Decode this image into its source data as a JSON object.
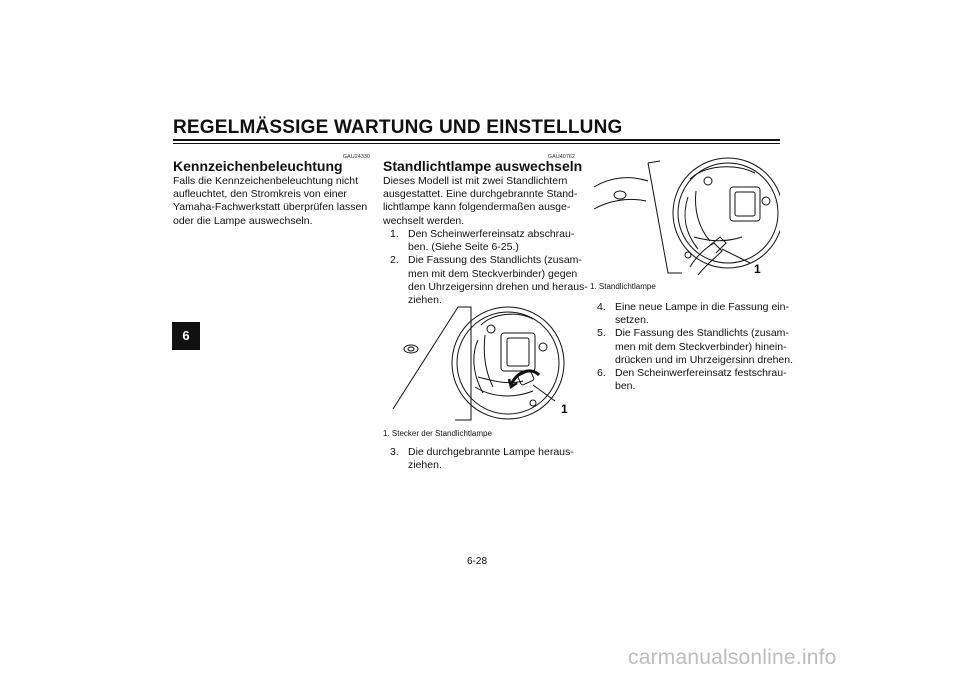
{
  "header": {
    "title": "REGELMÄSSIGE WARTUNG UND EINSTELLUNG"
  },
  "chapter_tab": "6",
  "left_column": {
    "code": "GAU24330",
    "heading": "Kennzeichenbeleuchtung",
    "body": [
      "Falls die Kennzeichenbeleuchtung nicht",
      "aufleuchtet, den Stromkreis von einer",
      "Yamaha-Fachwerkstatt überprüfen lassen",
      "oder die Lampe auswechseln."
    ]
  },
  "middle_column": {
    "code": "GAU40762",
    "heading": "Standlichtlampe auswechseln",
    "intro": [
      "Dieses Modell ist mit zwei Standlichtern",
      "ausgestattet. Eine durchgebrannte Stand-",
      "lichtlampe kann folgendermaßen ausge-",
      "wechselt werden."
    ],
    "steps": [
      {
        "num": "1.",
        "lines": [
          "Den Scheinwerfereinsatz abschrau-",
          "ben. (Siehe Seite 6-25.)"
        ]
      },
      {
        "num": "2.",
        "lines": [
          "Die Fassung des Standlichts (zusam-",
          "men mit dem Steckverbinder) gegen",
          "den Uhrzeigersinn drehen und heraus-",
          "ziehen."
        ]
      }
    ],
    "figure": {
      "callout": "1",
      "caption": "1.  Stecker der Standlichtlampe"
    },
    "steps_after": [
      {
        "num": "3.",
        "lines": [
          "Die durchgebrannte Lampe heraus-",
          "ziehen."
        ]
      }
    ]
  },
  "right_column": {
    "figure": {
      "callout": "1",
      "caption": "1.  Standlichtlampe"
    },
    "steps": [
      {
        "num": "4.",
        "lines": [
          "Eine neue Lampe in die Fassung ein-",
          "setzen."
        ]
      },
      {
        "num": "5.",
        "lines": [
          "Die Fassung des Standlichts (zusam-",
          "men mit dem Steckverbinder) hinein-",
          "drücken und im Uhrzeigersinn drehen."
        ]
      },
      {
        "num": "6.",
        "lines": [
          "Den Scheinwerfereinsatz festschrau-",
          "ben."
        ]
      }
    ]
  },
  "footer": {
    "page_number": "6-28"
  },
  "watermark": "carmanualsonline.info"
}
